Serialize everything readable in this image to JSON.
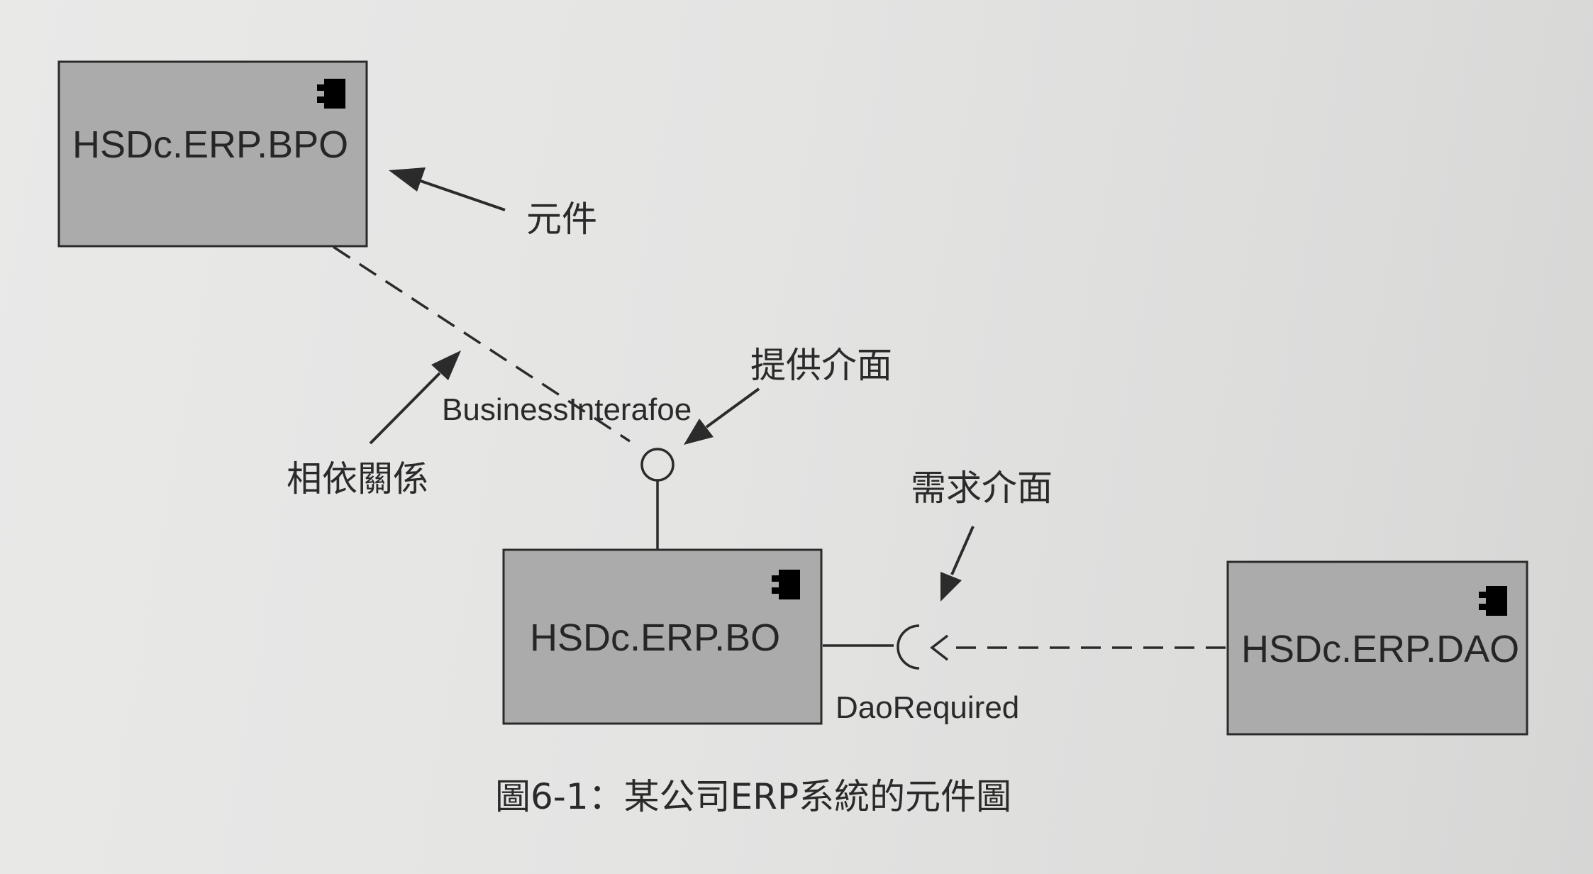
{
  "components": {
    "bpo": {
      "label": "HSDc.ERP.BPO"
    },
    "bo": {
      "label": "HSDc.ERP.BO"
    },
    "dao": {
      "label": "HSDc.ERP.DAO"
    }
  },
  "interfaces": {
    "provided": {
      "label": "BusinessInterafoe"
    },
    "required": {
      "label": "DaoRequired"
    }
  },
  "annotations": {
    "component": "元件",
    "dependency": "相依關係",
    "provided_interface": "提供介面",
    "required_interface": "需求介面"
  },
  "caption": "圖6-1：某公司ERP系統的元件圖",
  "colors": {
    "component_fill": "#ababab",
    "line": "#2b2b2b",
    "background": "#e3e3e3"
  }
}
